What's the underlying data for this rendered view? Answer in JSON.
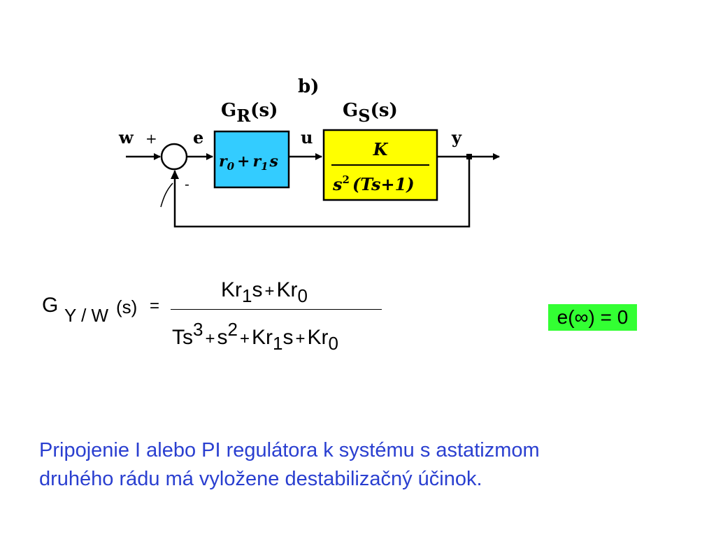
{
  "diagram": {
    "label": "b)",
    "controller_label": {
      "base": "G",
      "sub": "R",
      "arg": "(s)"
    },
    "plant_label": {
      "base": "G",
      "sub": "S",
      "arg": "(s)"
    },
    "controller_tf": {
      "r0": "r",
      "r0_sub": "0",
      "plus": "+",
      "r1": "r",
      "r1_sub": "1",
      "s": "s"
    },
    "plant_tf": {
      "numerator": "K",
      "den_s": "s",
      "den_exp": "2",
      "den_rest": "(Ts+1)"
    },
    "signals": {
      "w": "w",
      "e": "e",
      "u": "u",
      "y": "y",
      "plus": "+",
      "minus": "-"
    },
    "colors": {
      "controller_fill": "#33ccff",
      "plant_fill": "#ffff00",
      "line": "#000000"
    }
  },
  "formula": {
    "lhs_G": "G",
    "lhs_sub": "Y / W",
    "lhs_arg": "(s)",
    "eq": "=",
    "num": {
      "a": "Kr",
      "a_sub": "1",
      "b": "s",
      "op": "+",
      "c": "Kr",
      "c_sub": "0"
    },
    "den": {
      "a": "Ts",
      "a_sup": "3",
      "op1": "+",
      "b": "s",
      "b_sup": "2",
      "op2": "+",
      "c": "Kr",
      "c_sub": "1",
      "d": "s",
      "op3": "+",
      "e": "Kr",
      "e_sub": "0"
    }
  },
  "steady_state": {
    "text": "e(∞) = 0",
    "color": "#33ff33"
  },
  "caption": {
    "line1": "Pripojenie I alebo PI regulátora k systému s astatizmom",
    "line2": "druhého rádu má vyložene destabilizačný účinok.",
    "color": "#2a3fd0"
  }
}
